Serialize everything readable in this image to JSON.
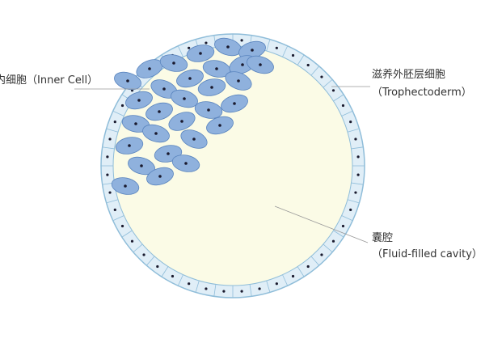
{
  "colors": {
    "background": "#ffffff",
    "cavity": "#fbfbe6",
    "trophectoderm_ring": "#e0eef7",
    "ring_outline": "#8fbdd9",
    "inner_cell": "#8fb1dd",
    "inner_cell_outline": "#5a85bf",
    "nucleus": "#1a1a2e",
    "leader_line": "#999999",
    "text": "#333333"
  },
  "labels": {
    "inner_cell_mass": "内细胞（Inner Cell）",
    "trophectoderm_cn": "滋养外胚层细胞",
    "trophectoderm_en": "（Trophectoderm）",
    "cavity_cn": "囊腔",
    "cavity_en": "（Fluid-filled cavity）"
  }
}
